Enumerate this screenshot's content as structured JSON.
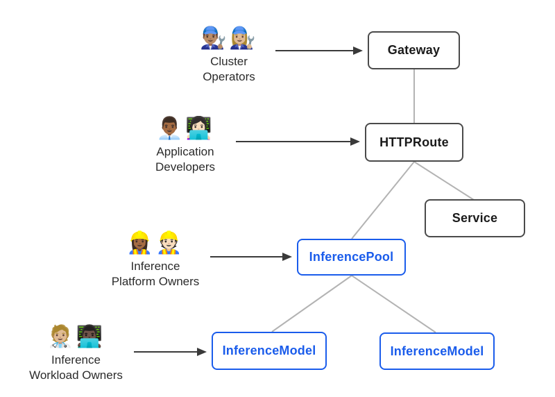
{
  "diagram": {
    "colors": {
      "background": "#ffffff",
      "node_border_dark": "#4a4a4a",
      "node_text_dark": "#1a1a1a",
      "node_accent_blue": "#1a5ceb",
      "relation_line_gray": "#b3b3b3",
      "arrow_dark": "#3a3a3a",
      "actor_label_text": "#2b2b2b"
    },
    "nodes": [
      {
        "id": "gateway",
        "label": "Gateway",
        "variant": "dark"
      },
      {
        "id": "httproute",
        "label": "HTTPRoute",
        "variant": "dark"
      },
      {
        "id": "service",
        "label": "Service",
        "variant": "dark"
      },
      {
        "id": "inferencepool",
        "label": "InferencePool",
        "variant": "blue"
      },
      {
        "id": "inferencemodel-left",
        "label": "InferenceModel",
        "variant": "blue"
      },
      {
        "id": "inferencemodel-right",
        "label": "InferenceModel",
        "variant": "blue"
      }
    ],
    "actors": [
      {
        "id": "cluster-operators",
        "emoji": "👨🏽‍🔧👩🏼‍🔧",
        "label_lines": [
          "Cluster",
          "Operators"
        ],
        "points_to": "Gateway"
      },
      {
        "id": "application-developers",
        "emoji": "👨🏾‍💼👩🏻‍💻",
        "label_lines": [
          "Application",
          "Developers"
        ],
        "points_to": "HTTPRoute"
      },
      {
        "id": "inference-platform-owners",
        "emoji": "👷🏾‍♀️👷🏻",
        "label_lines": [
          "Inference",
          "Platform Owners"
        ],
        "points_to": "InferencePool"
      },
      {
        "id": "inference-workload-owners",
        "emoji": "🧑🏼‍⚕️👨🏿‍💻",
        "label_lines": [
          "Inference",
          "Workload Owners"
        ],
        "points_to": "InferenceModel"
      }
    ],
    "relations": [
      {
        "from": "Gateway",
        "to": "HTTPRoute"
      },
      {
        "from": "HTTPRoute",
        "to": "Service"
      },
      {
        "from": "HTTPRoute",
        "to": "InferencePool"
      },
      {
        "from": "InferencePool",
        "to": "InferenceModel (left)"
      },
      {
        "from": "InferencePool",
        "to": "InferenceModel (right)"
      }
    ]
  }
}
